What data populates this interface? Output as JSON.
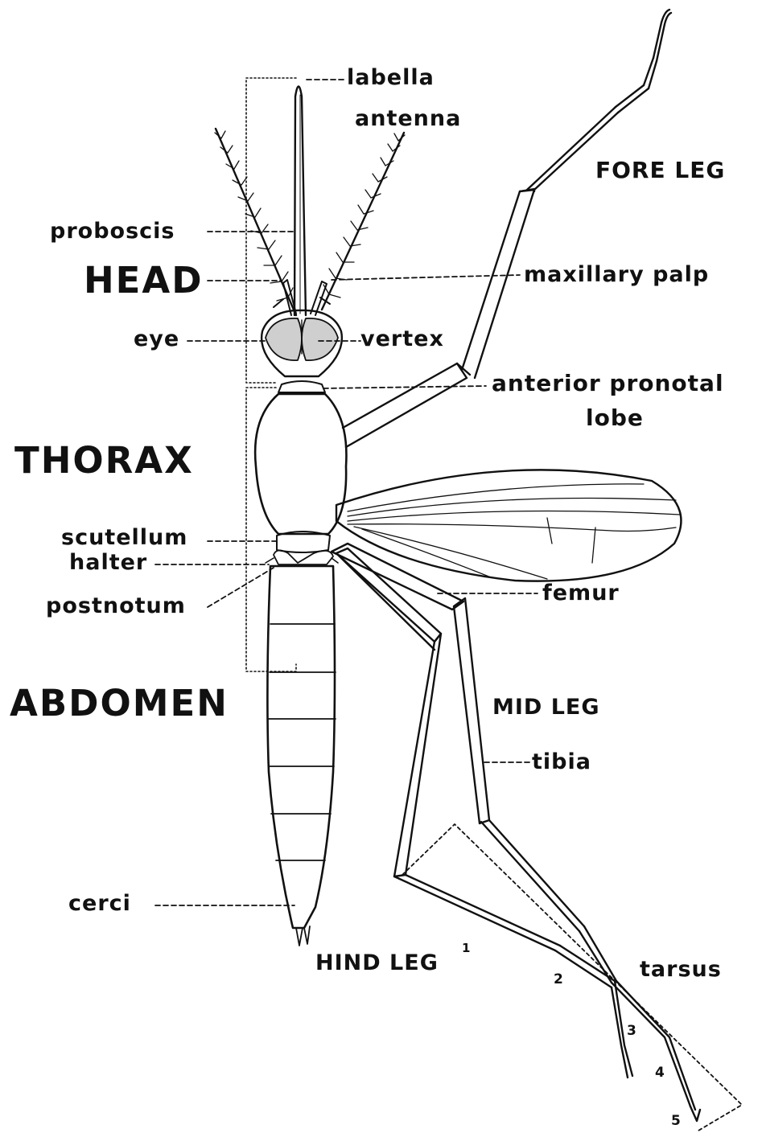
{
  "labels": {
    "labella": "labella",
    "antenna": "antenna",
    "fore_leg": "FORE LEG",
    "proboscis": "proboscis",
    "head": "HEAD",
    "maxillary_palp": "maxillary palp",
    "eye": "eye",
    "vertex": "vertex",
    "anterior_pronotal_lobe_line1": "anterior pronotal",
    "anterior_pronotal_lobe_line2": "lobe",
    "thorax": "THORAX",
    "scutellum": "scutellum",
    "halter": "halter",
    "postnotum": "postnotum",
    "femur": "femur",
    "abdomen": "ABDOMEN",
    "mid_leg": "MID LEG",
    "tibia": "tibia",
    "cerci": "cerci",
    "hind_leg": "HIND LEG",
    "hind_leg_superscript": "1",
    "tarsus": "tarsus",
    "tarsal_2": "2",
    "tarsal_3": "3",
    "tarsal_4": "4",
    "tarsal_5": "5"
  }
}
